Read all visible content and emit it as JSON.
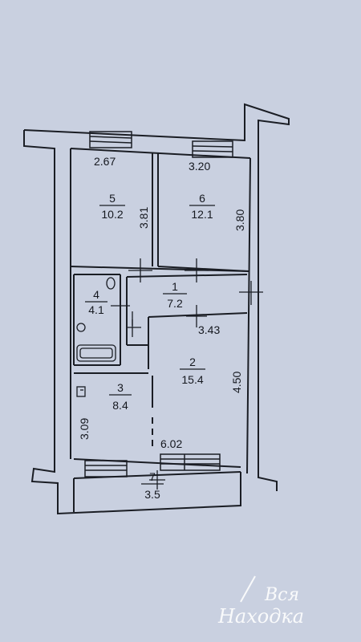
{
  "rooms": [
    {
      "number": "5",
      "area": "10.2"
    },
    {
      "number": "6",
      "area": "12.1"
    },
    {
      "number": "4",
      "area": "4.1"
    },
    {
      "number": "1",
      "area": "7.2"
    },
    {
      "number": "3",
      "area": "8.4"
    },
    {
      "number": "2",
      "area": "15.4"
    },
    {
      "number": "7",
      "area": "3.5"
    }
  ],
  "dimensions": [
    "2.67",
    "3.20",
    "3.81",
    "3.80",
    "3.43",
    "4.50",
    "3.09",
    "6.02"
  ],
  "watermark": {
    "line1": "Вся",
    "line2": "Находка"
  },
  "colors": {
    "paper": "#c9d0e0",
    "wall": "#1a1d24",
    "watermark": "#ffffff"
  }
}
